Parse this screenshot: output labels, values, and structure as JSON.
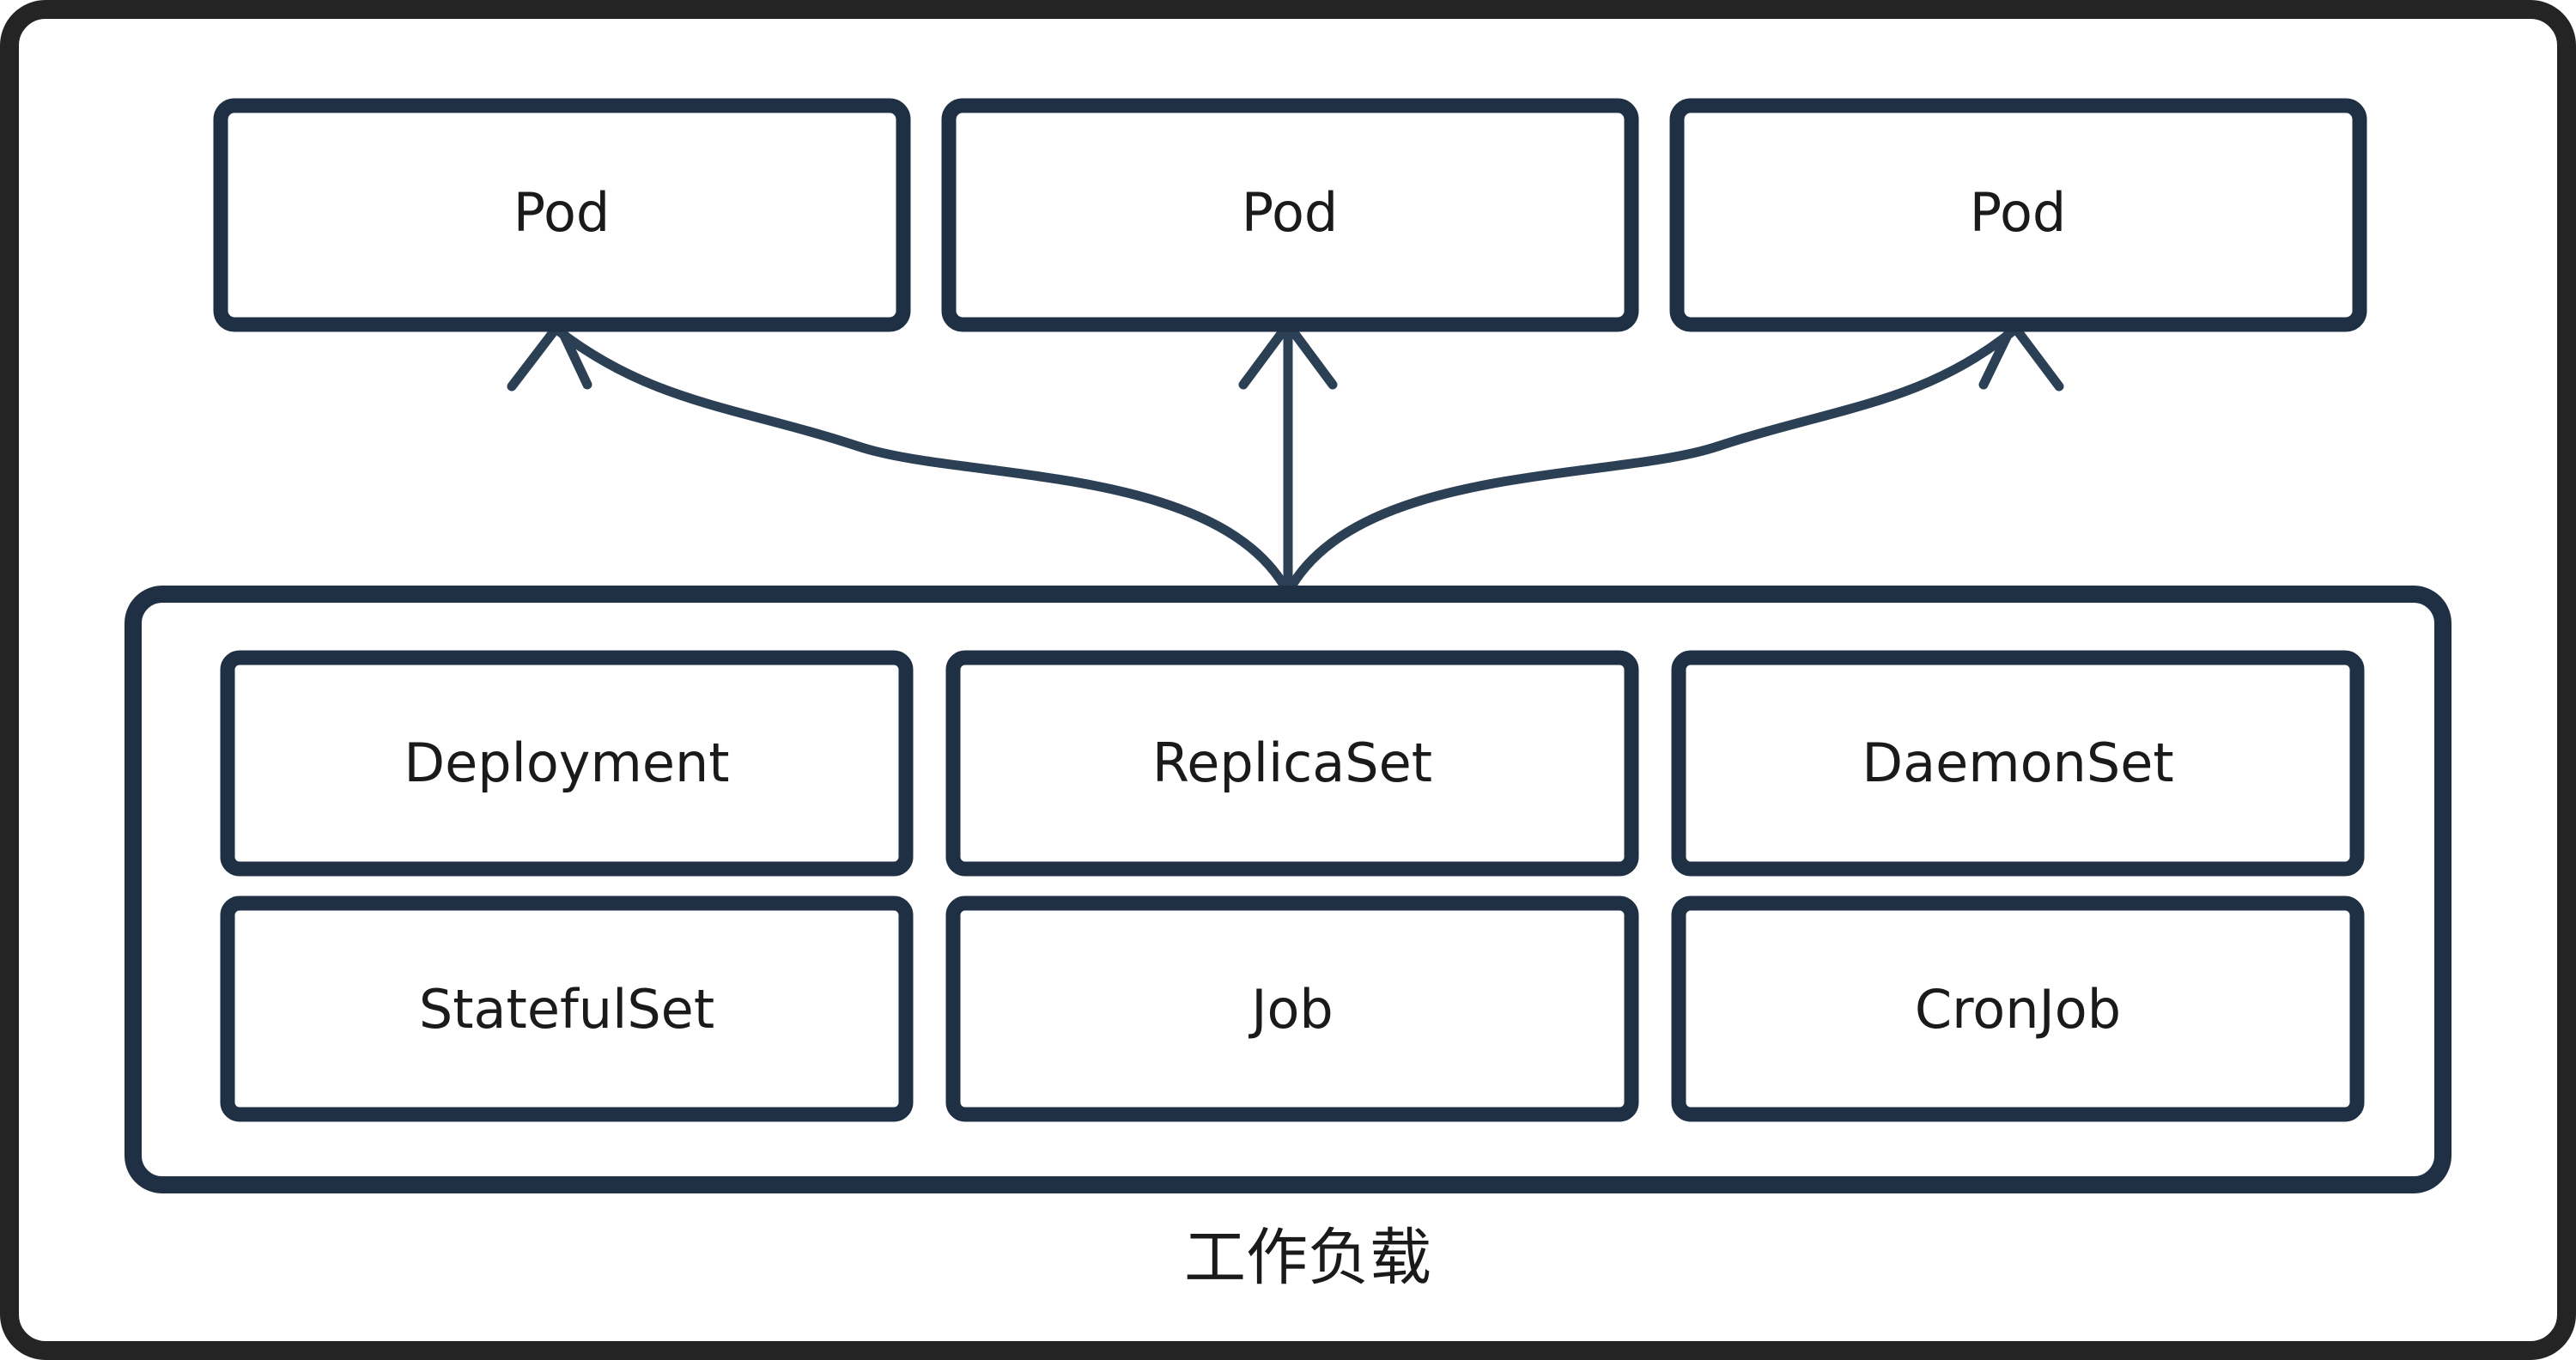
{
  "diagram": {
    "title_caption": "工作负载",
    "colors": {
      "outer_frame": "#242424",
      "node_stroke": "#1f3044",
      "edge_stroke": "#2c4055",
      "text": "#1a1a1a",
      "background": "#ffffff"
    },
    "pods": [
      {
        "label": "Pod"
      },
      {
        "label": "Pod"
      },
      {
        "label": "Pod"
      }
    ],
    "workload_group": {
      "caption": "工作负载",
      "rows": [
        [
          {
            "label": "Deployment"
          },
          {
            "label": "ReplicaSet"
          },
          {
            "label": "DaemonSet"
          }
        ],
        [
          {
            "label": "StatefulSet"
          },
          {
            "label": "Job"
          },
          {
            "label": "CronJob"
          }
        ]
      ]
    },
    "edges": [
      {
        "from": "workload-group",
        "to": "pod-1",
        "style": "curved-arrow"
      },
      {
        "from": "workload-group",
        "to": "pod-2",
        "style": "straight-arrow"
      },
      {
        "from": "workload-group",
        "to": "pod-3",
        "style": "curved-arrow"
      }
    ]
  }
}
